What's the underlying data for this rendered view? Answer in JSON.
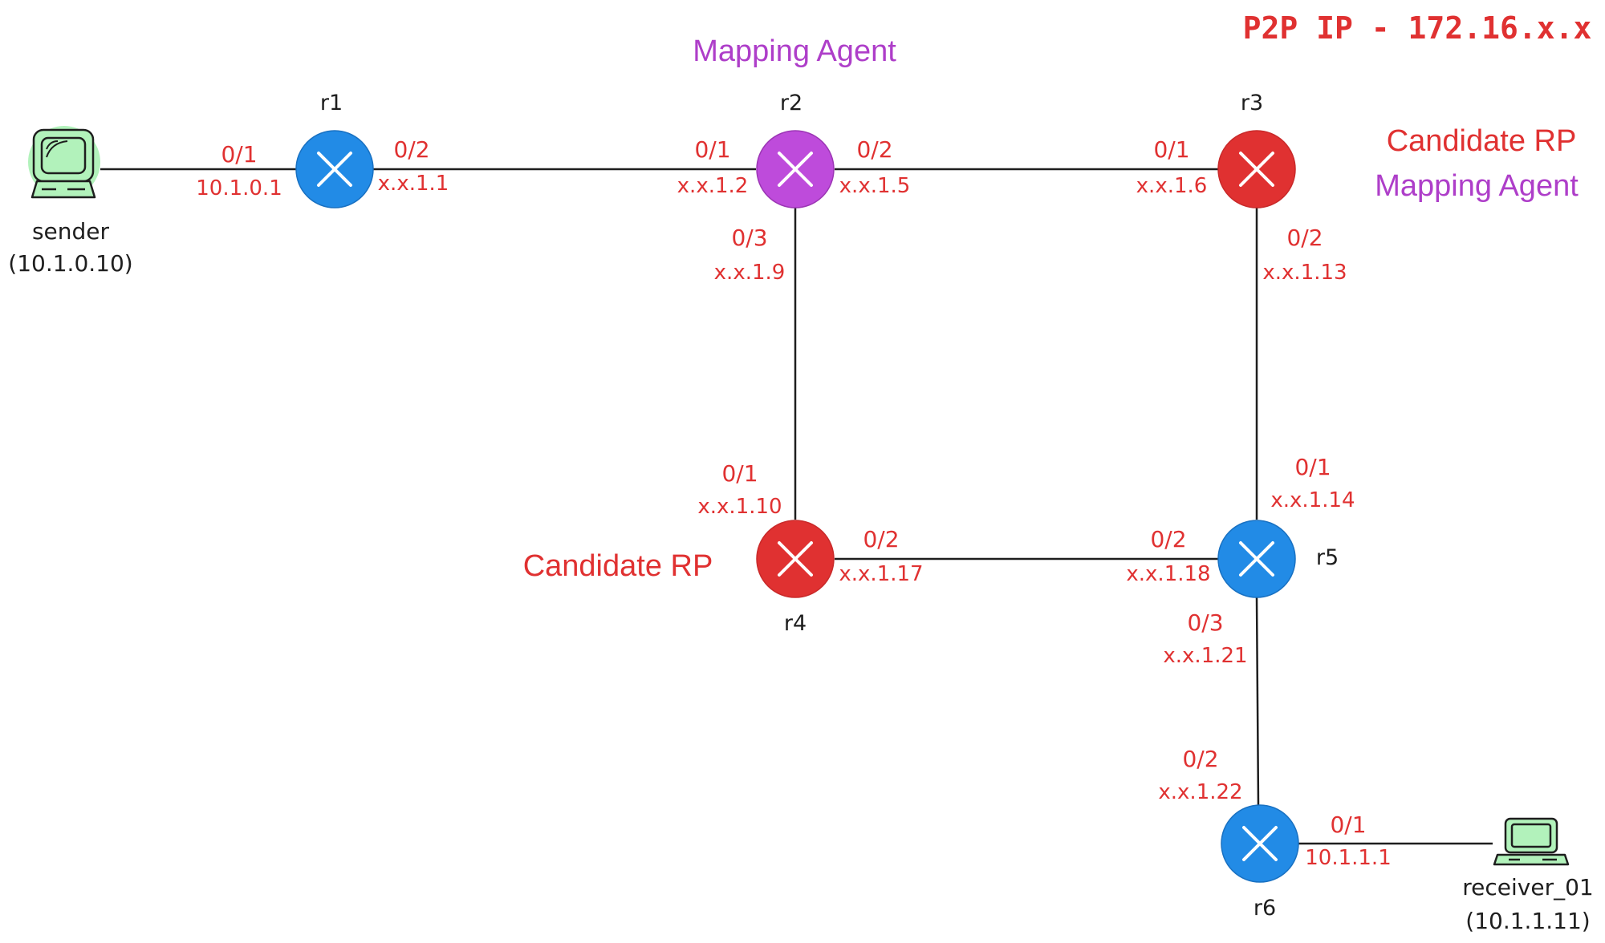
{
  "p2p_note": "P2P IP - 172.16.x.x",
  "routers": {
    "r1": {
      "name": "r1"
    },
    "r2": {
      "name": "r2",
      "role": "Mapping Agent"
    },
    "r3": {
      "name": "r3",
      "role_primary": "Candidate RP",
      "role_secondary": "Mapping Agent"
    },
    "r4": {
      "name": "r4",
      "role": "Candidate RP"
    },
    "r5": {
      "name": "r5"
    },
    "r6": {
      "name": "r6"
    }
  },
  "hosts": {
    "sender": {
      "name": "sender",
      "ip": "(10.1.0.10)"
    },
    "receiver": {
      "name": "receiver_01",
      "ip": "(10.1.1.11)"
    }
  },
  "interfaces": {
    "r1_0_1": {
      "port": "0/1",
      "ip": "10.1.0.1"
    },
    "r1_0_2": {
      "port": "0/2",
      "ip": "x.x.1.1"
    },
    "r2_0_1": {
      "port": "0/1",
      "ip": "x.x.1.2"
    },
    "r2_0_2": {
      "port": "0/2",
      "ip": "x.x.1.5"
    },
    "r2_0_3": {
      "port": "0/3",
      "ip": "x.x.1.9"
    },
    "r3_0_1": {
      "port": "0/1",
      "ip": "x.x.1.6"
    },
    "r3_0_2": {
      "port": "0/2",
      "ip": "x.x.1.13"
    },
    "r4_0_1": {
      "port": "0/1",
      "ip": "x.x.1.10"
    },
    "r4_0_2": {
      "port": "0/2",
      "ip": "x.x.1.17"
    },
    "r5_0_1": {
      "port": "0/1",
      "ip": "x.x.1.14"
    },
    "r5_0_2": {
      "port": "0/2",
      "ip": "x.x.1.18"
    },
    "r5_0_3": {
      "port": "0/3",
      "ip": "x.x.1.21"
    },
    "r6_0_2": {
      "port": "0/2",
      "ip": "x.x.1.22"
    },
    "r6_0_1": {
      "port": "0/1",
      "ip": "10.1.1.1"
    }
  },
  "colors": {
    "router_default": "#228be6",
    "mapping_agent": "#be4bdb",
    "candidate_rp": "#e03131",
    "host": "#b2f2bb",
    "annotation_red": "#e03131",
    "annotation_purple": "#ae3ec9"
  }
}
